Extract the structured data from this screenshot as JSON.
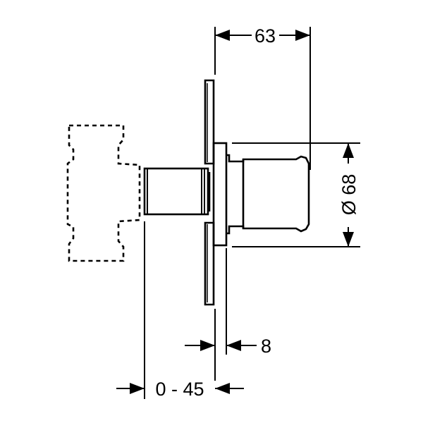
{
  "dimensions": {
    "overall_depth": "63",
    "diameter": "Ø 68",
    "plate_thickness": "8",
    "installation_depth": "0 - 45"
  }
}
